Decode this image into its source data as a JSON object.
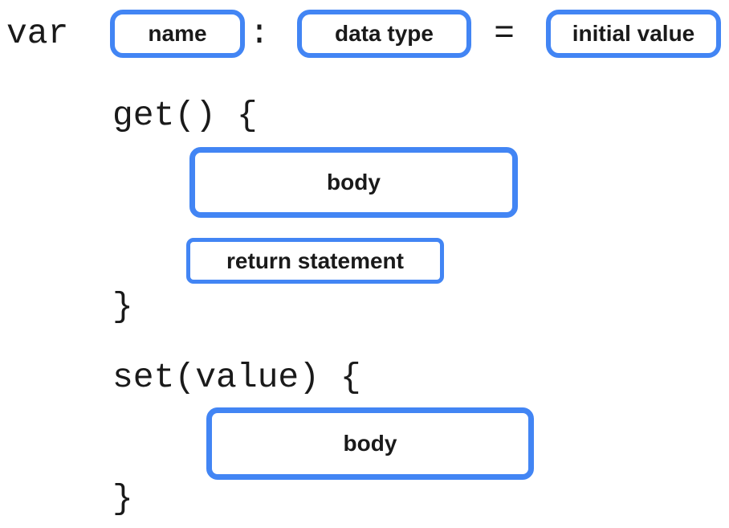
{
  "colors": {
    "accent": "#4285F4",
    "text": "#1A1A1A",
    "background": "#FFFFFF"
  },
  "declaration": {
    "keyword": "var",
    "name_placeholder": "name",
    "colon": ":",
    "data_type_placeholder": "data type",
    "equals": "=",
    "initial_value_placeholder": "initial value"
  },
  "getter": {
    "header": "get() {",
    "body_placeholder": "body",
    "return_placeholder": "return statement",
    "closing_brace": "}"
  },
  "setter": {
    "header": "set(value) {",
    "body_placeholder": "body",
    "closing_brace": "}"
  }
}
